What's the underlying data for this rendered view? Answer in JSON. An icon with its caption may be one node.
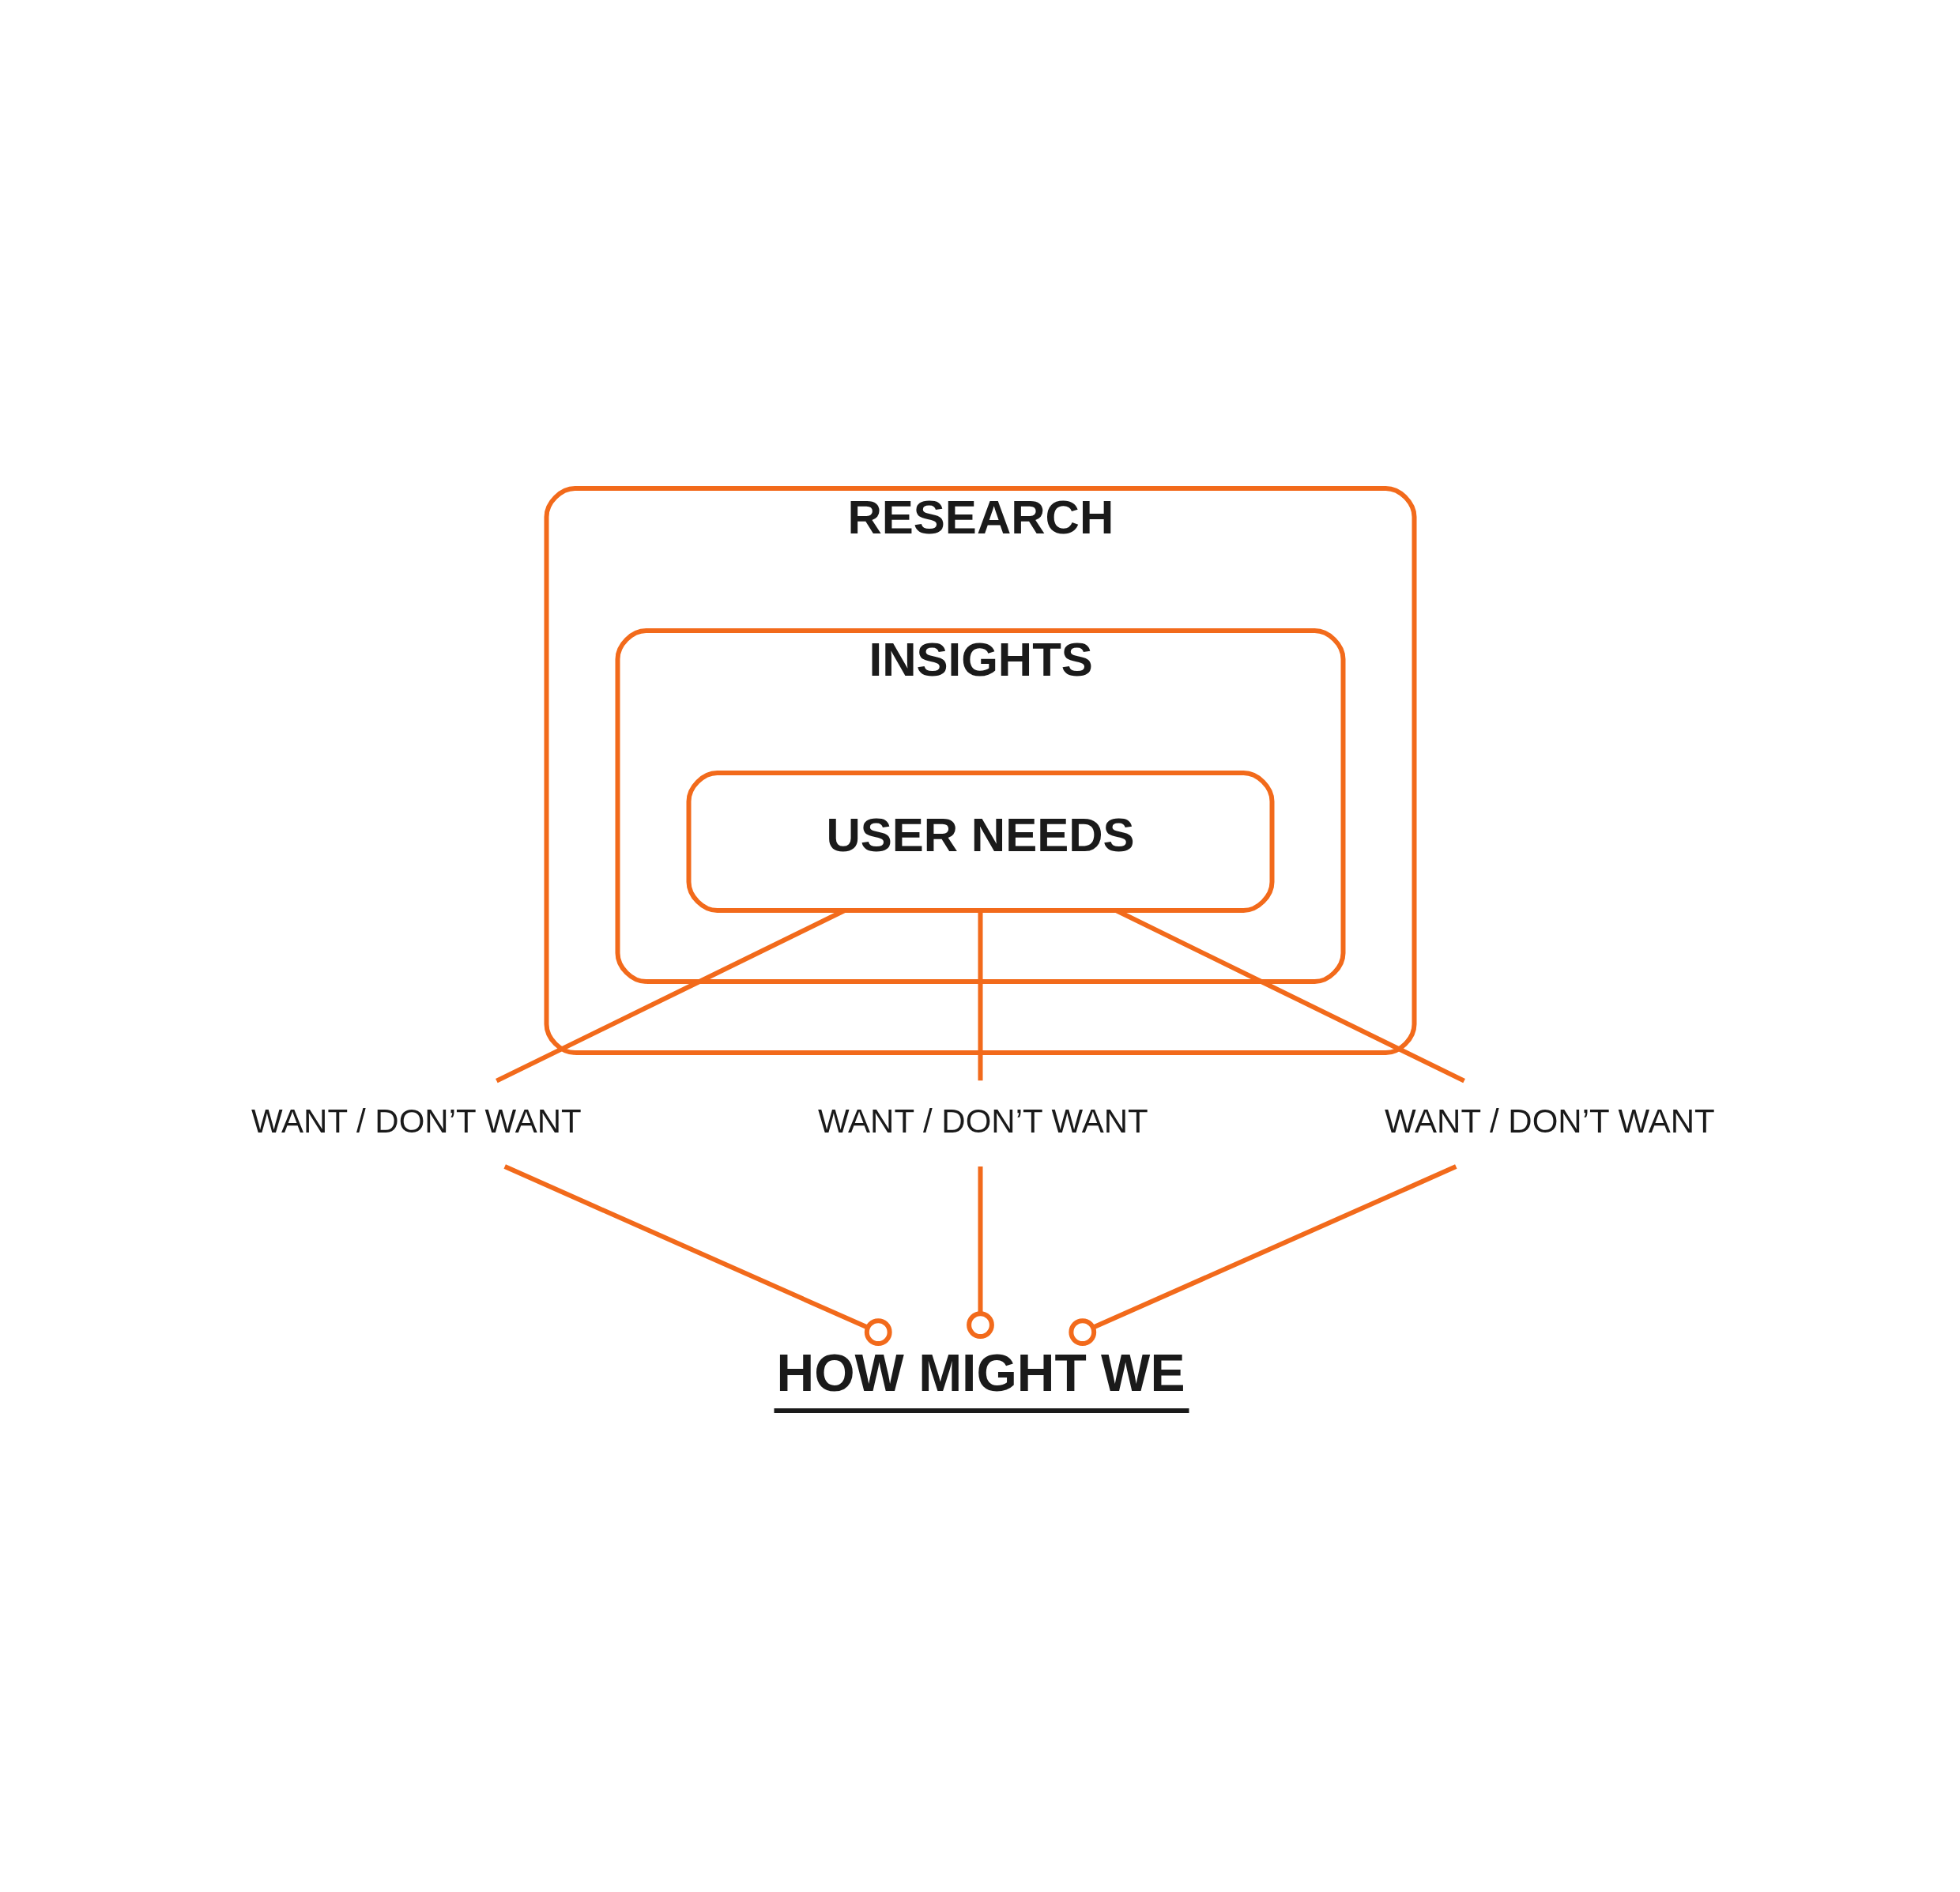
{
  "diagram": {
    "nodes": [
      {
        "text": [
          "RESEARCH"
        ]
      },
      {
        "text": [
          "INSIGHTS"
        ],
        "in": 0
      },
      {
        "text": [
          "USER NEEDS"
        ],
        "in": 1
      },
      {
        "text": [
          "WANT / DON’T WANT"
        ]
      },
      {
        "text": [
          "WANT / DON’T WANT"
        ]
      },
      {
        "text": [
          "WANT / DON’T WANT"
        ]
      },
      {
        "text": [
          "HOW MIGHT WE"
        ]
      }
    ],
    "edges": [
      {
        "from": 2,
        "to": 3,
        "arrow": "none"
      },
      {
        "from": 2,
        "to": 4,
        "arrow": "none"
      },
      {
        "from": 2,
        "to": 5,
        "arrow": "none"
      },
      {
        "from": 3,
        "to": 6,
        "arrow": "other"
      },
      {
        "from": 4,
        "to": 6,
        "arrow": "other"
      },
      {
        "from": 5,
        "to": 6,
        "arrow": "other"
      }
    ]
  }
}
